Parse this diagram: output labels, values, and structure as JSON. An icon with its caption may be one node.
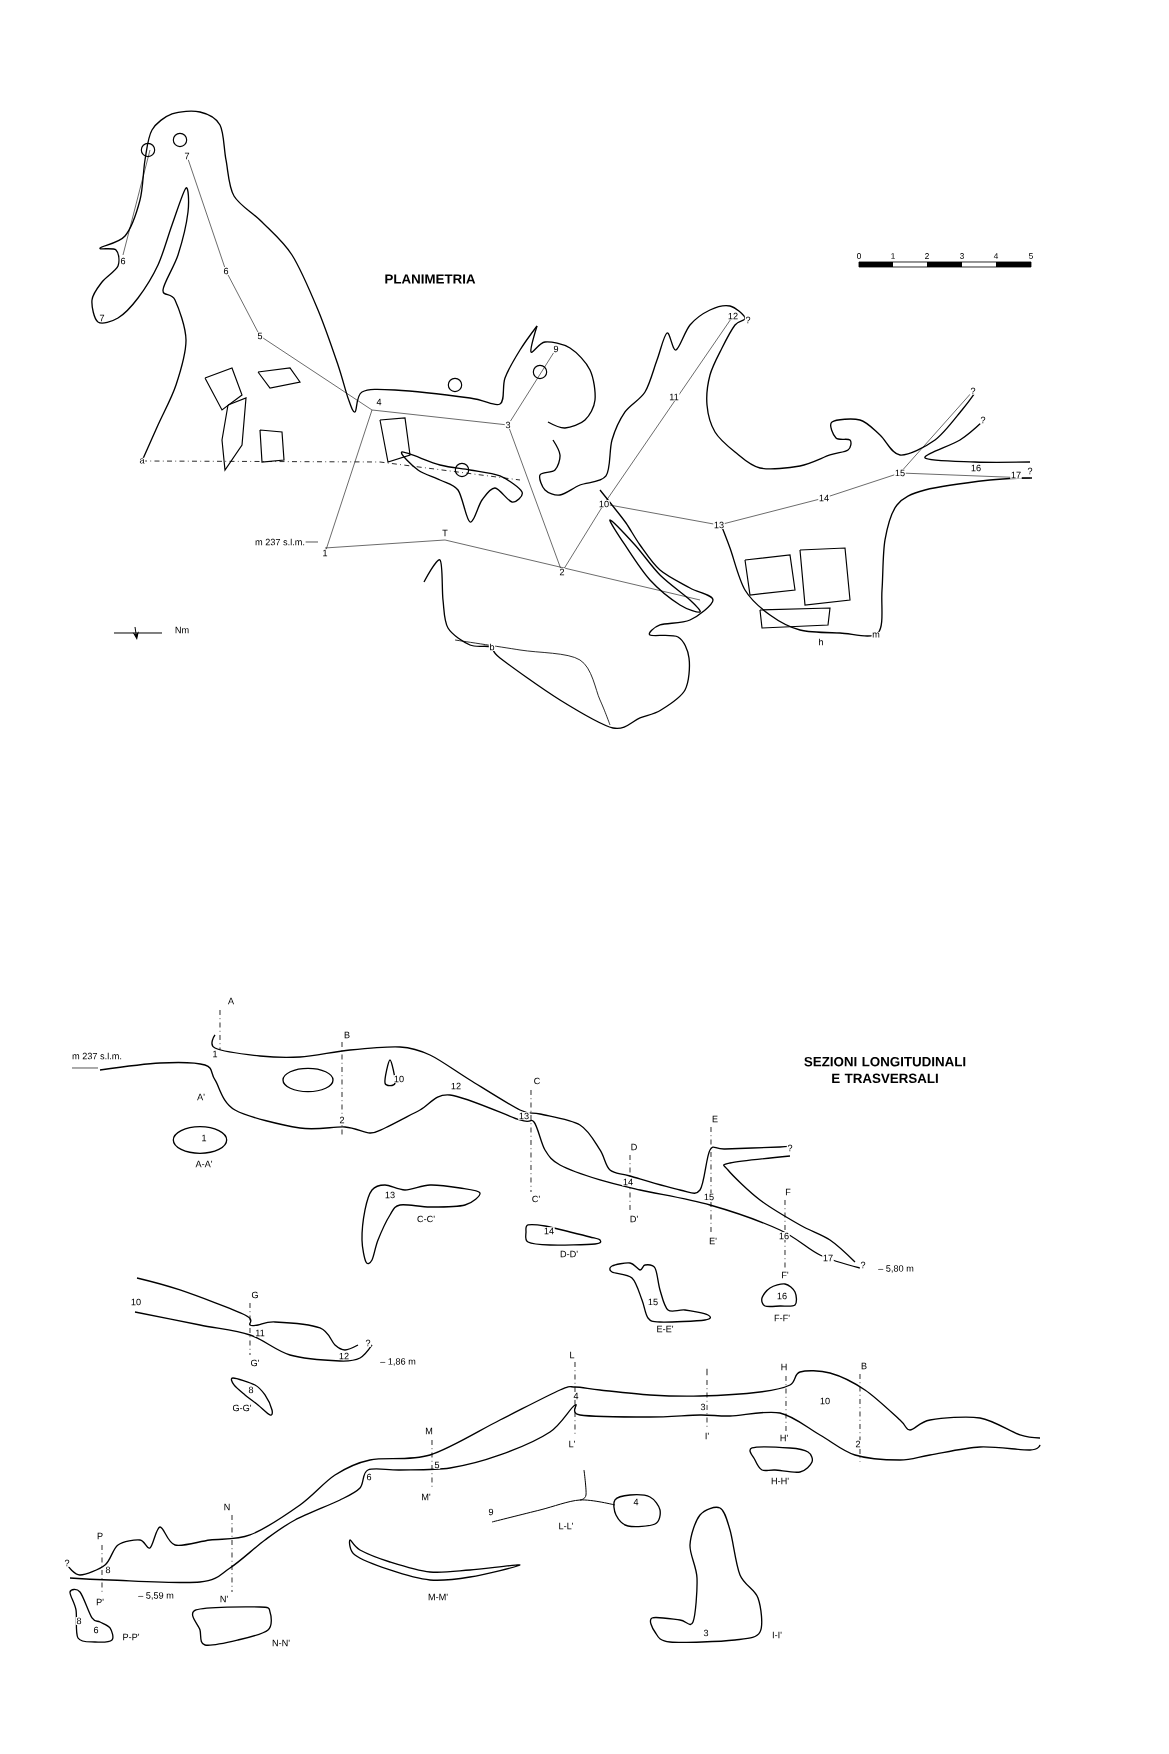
{
  "diagram": {
    "labels": [
      "PLANIMETRIA",
      "0",
      "1",
      "2",
      "3",
      "4",
      "5",
      "7",
      "6",
      "7",
      "6",
      "5",
      "4",
      "3",
      "9",
      "12",
      "?",
      "11",
      "?",
      "?",
      "10",
      "13",
      "14",
      "15",
      "16",
      "17",
      "?",
      "a",
      "m 237 s.l.m.",
      "1",
      "T",
      "2",
      "Nm",
      "b",
      "h",
      "m",
      "SEZIONI LONGITUDINALI E TRASVERSALI",
      "A",
      "m 237 s.l.m.",
      "1",
      "B",
      "A'",
      "10",
      "12",
      "C",
      "13",
      "2",
      "1",
      "A-A'",
      "D",
      "E",
      "?",
      "14",
      "F",
      "13",
      "15",
      "C'",
      "C-C'",
      "D'",
      "14",
      "16",
      "E'",
      "D-D'",
      "17",
      "?",
      "– 5,80 m",
      "F'",
      "16",
      "15",
      "10",
      "G",
      "F-F'",
      "E-E'",
      "11",
      "?",
      "12",
      "– 1,86 m",
      "G'",
      "B",
      "H",
      "L",
      "I",
      "8",
      "4",
      "10",
      "3",
      "G-G'",
      "M",
      "I'",
      "H'",
      "L'",
      "2",
      "5",
      "6",
      "H-H'",
      "M'",
      "4",
      "N",
      "9",
      "L-L'",
      "P",
      "?",
      "8",
      "– 5,59 m",
      "M-M'",
      "N'",
      "P'",
      "8",
      "6",
      "3",
      "I-I'",
      "P-P'",
      "N-N'"
    ]
  }
}
